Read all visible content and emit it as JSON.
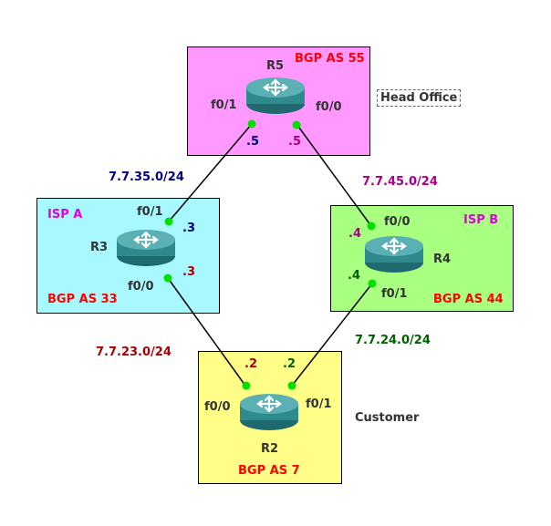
{
  "colors": {
    "r5_box": "#ff99ff",
    "r3_box": "#a8f8ff",
    "r4_box": "#a8ff80",
    "r2_box": "#ffff88",
    "as_label": "#ff0000",
    "isp_label": "#e000e0",
    "subnet_35": "#000080",
    "subnet_45": "#aa0088",
    "subnet_23": "#aa0000",
    "subnet_24": "#006000",
    "link_dot": "#00e000",
    "link_line": "#000000"
  },
  "routers": {
    "r5": {
      "name": "R5",
      "as": "BGP AS 55",
      "if_left": "f0/1",
      "if_right": "f0/0",
      "ip_left": ".5",
      "ip_right": ".5",
      "icon": "router-icon"
    },
    "r3": {
      "name": "R3",
      "isp": "ISP A",
      "as": "BGP AS 33",
      "if_top": "f0/1",
      "if_bottom": "f0/0",
      "ip_top": ".3",
      "ip_bottom": ".3",
      "icon": "router-icon"
    },
    "r4": {
      "name": "R4",
      "isp": "ISP B",
      "as": "BGP AS 44",
      "if_top": "f0/0",
      "if_bottom": "f0/1",
      "ip_top": ".4",
      "ip_bottom": ".4",
      "icon": "router-icon"
    },
    "r2": {
      "name": "R2",
      "as": "BGP AS 7",
      "if_left": "f0/0",
      "if_right": "f0/1",
      "ip_left": ".2",
      "ip_right": ".2",
      "icon": "router-icon"
    }
  },
  "subnets": {
    "r3_r5": "7.7.35.0/24",
    "r4_r5": "7.7.45.0/24",
    "r2_r3": "7.7.23.0/24",
    "r2_r4": "7.7.24.0/24"
  },
  "tags": {
    "head_office": "Head Office",
    "customer": "Customer"
  }
}
